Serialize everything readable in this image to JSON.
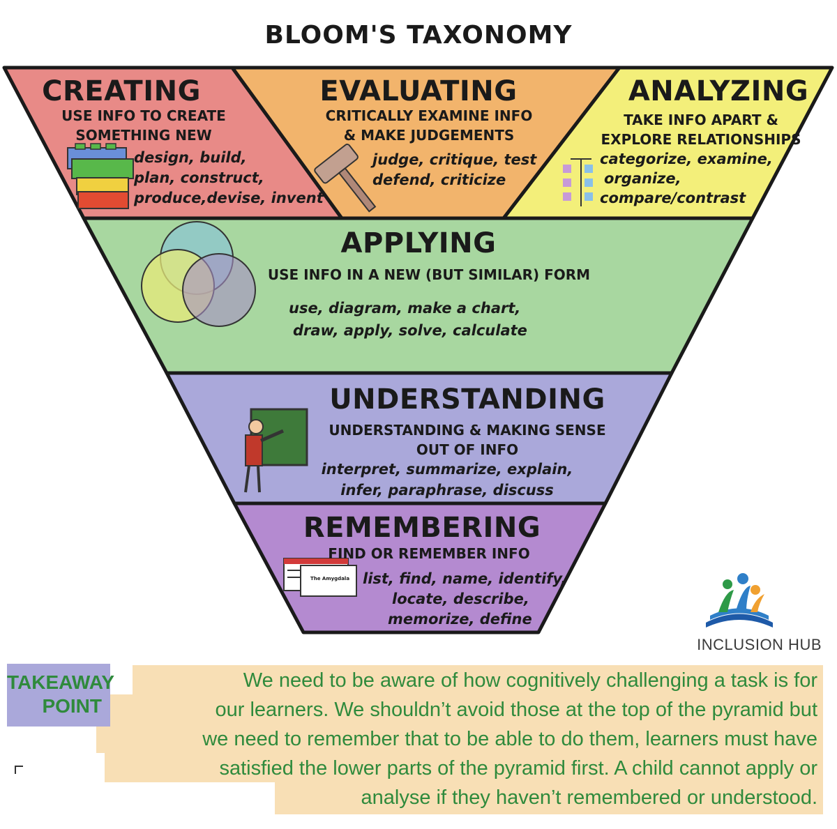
{
  "title": "BLOOM'S TAXONOMY",
  "colors": {
    "creating": "#e88a87",
    "evaluating": "#f2b46c",
    "analyzing": "#f3ef7a",
    "applying": "#a8d7a0",
    "understanding": "#aaa8da",
    "remembering": "#b48ad0",
    "takeaway_green": "#2f8a3c",
    "takeaway_bg": "#f8dfb5",
    "takeaway_label_bg": "#aaa8da"
  },
  "levels": {
    "creating": {
      "heading": "CREATING",
      "desc": [
        "USE INFO TO CREATE",
        "SOMETHING NEW"
      ],
      "verbs": [
        "design, build,",
        "plan, construct,",
        "produce,devise, invent"
      ],
      "icon": "lego-bricks-icon"
    },
    "evaluating": {
      "heading": "EVALUATING",
      "desc": [
        "CRITICALLY EXAMINE INFO",
        "& MAKE JUDGEMENTS"
      ],
      "verbs": [
        "judge, critique, test",
        "defend, criticize"
      ],
      "icon": "gavel-icon"
    },
    "analyzing": {
      "heading": "ANALYZING",
      "desc": [
        "TAKE INFO APART &",
        "EXPLORE RELATIONSHIPS"
      ],
      "verbs": [
        "categorize, examine,",
        "organize,",
        "compare/contrast"
      ],
      "icon": "sorting-chart-icon"
    },
    "applying": {
      "heading": "APPLYING",
      "desc": [
        "USE INFO IN A NEW (BUT SIMILAR) FORM"
      ],
      "verbs": [
        "use, diagram, make a chart,",
        "draw, apply, solve, calculate"
      ],
      "icon": "venn-diagram-icon"
    },
    "understanding": {
      "heading": "UNDERSTANDING",
      "desc": [
        "UNDERSTANDING & MAKING SENSE",
        "OUT OF INFO"
      ],
      "verbs": [
        "interpret, summarize, explain,",
        "infer, paraphrase, discuss"
      ],
      "icon": "teacher-chalkboard-icon"
    },
    "remembering": {
      "heading": "REMEMBERING",
      "desc": [
        "FIND OR REMEMBER INFO"
      ],
      "verbs": [
        "list, find, name, identify,",
        "locate, describe,",
        "memorize, define"
      ],
      "icon": "flashcards-icon",
      "card_text": "The Amygdala"
    }
  },
  "brand": {
    "name": "INCLUSION HUB",
    "icon": "inclusion-hub-logo"
  },
  "takeaway": {
    "label": [
      "TAKEAWAY",
      "POINT"
    ],
    "lines": [
      "We need to be aware of how cognitively challenging a task is for",
      "our learners. We shouldn’t avoid those at the top of the pyramid but",
      "we need to remember that to be able to do them, learners must have",
      "satisfied the lower parts of the pyramid first. A child cannot apply or",
      "analyse if they haven’t remembered or understood."
    ]
  }
}
